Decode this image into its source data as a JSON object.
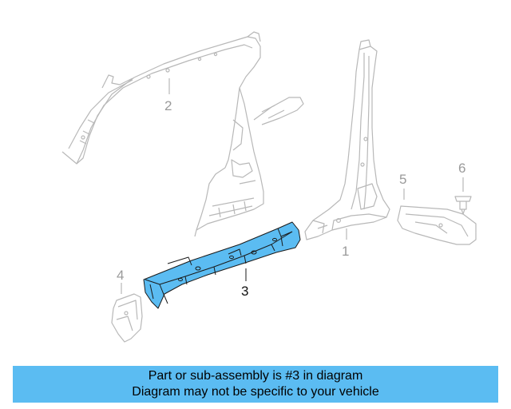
{
  "diagram": {
    "callouts": [
      {
        "id": "1",
        "label": "1",
        "highlighted": false
      },
      {
        "id": "2",
        "label": "2",
        "highlighted": false
      },
      {
        "id": "3",
        "label": "3",
        "highlighted": true
      },
      {
        "id": "4",
        "label": "4",
        "highlighted": false
      },
      {
        "id": "5",
        "label": "5",
        "highlighted": false
      },
      {
        "id": "6",
        "label": "6",
        "highlighted": false
      }
    ],
    "highlight_color": "#5bbcf2",
    "outline_color": "#b8b8b8"
  },
  "banner": {
    "line1": "Part or sub-assembly is #3 in diagram",
    "line2": "Diagram may not be specific to your vehicle",
    "background": "#5bbcf2"
  }
}
